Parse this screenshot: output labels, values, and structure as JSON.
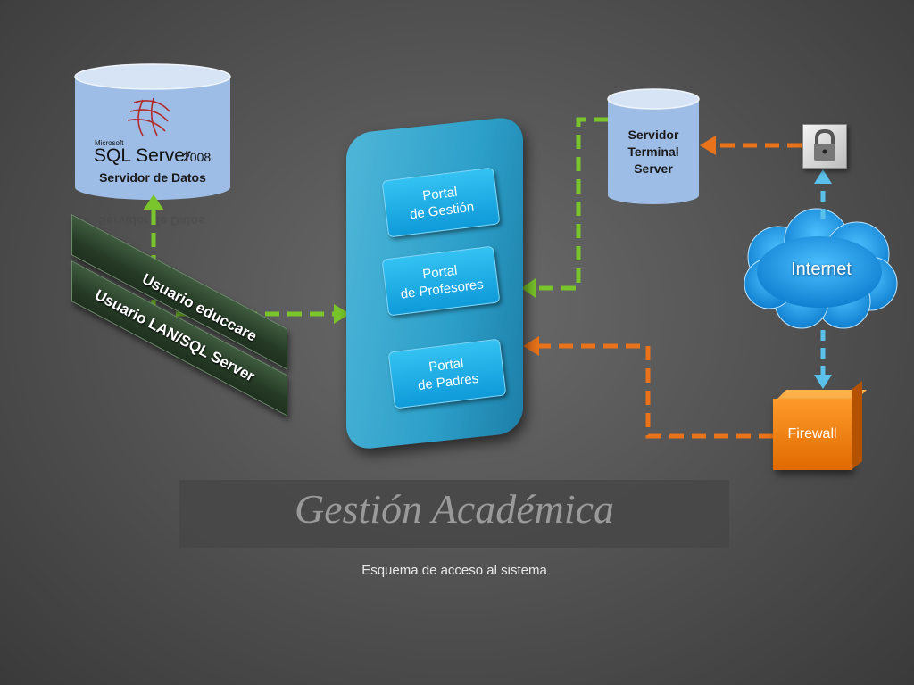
{
  "database": {
    "brand_small": "Microsoft",
    "brand_main": "SQL Server",
    "brand_version": "2008",
    "label": "Servidor de Datos"
  },
  "users": {
    "educcare": "Usuario educcare",
    "lan_sql": "Usuario LAN/SQL Server"
  },
  "portals": [
    {
      "line1": "Portal",
      "line2": "de Gestión"
    },
    {
      "line1": "Portal",
      "line2": "de Profesores"
    },
    {
      "line1": "Portal",
      "line2": "de Padres"
    }
  ],
  "terminal_server": {
    "line1": "Servidor",
    "line2": "Terminal",
    "line3": "Server"
  },
  "internet": "Internet",
  "firewall": "Firewall",
  "lock_icon": "padlock-icon",
  "title": "Gestión Académica",
  "subtitle": "Esquema de acceso al sistema",
  "colors": {
    "green_arrow": "#7ac52b",
    "orange_arrow": "#e8731a",
    "blue_arrow": "#5bc0ea",
    "portal": "#2c9fc9",
    "cloud": "#1e9bea",
    "firewall": "#f07d10"
  }
}
